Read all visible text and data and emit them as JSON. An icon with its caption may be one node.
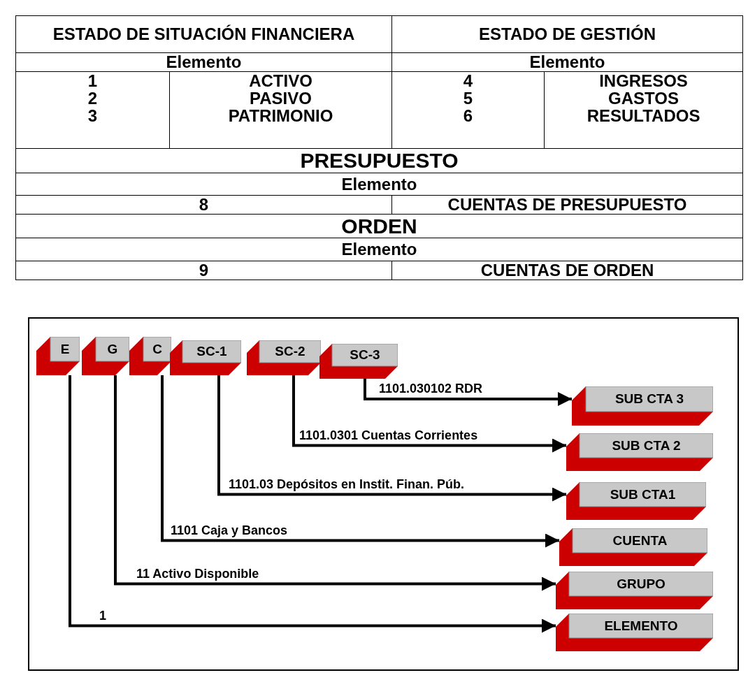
{
  "diagram": {
    "nodes": [
      {
        "text": [
          "E"
        ]
      },
      {
        "text": [
          "G"
        ]
      },
      {
        "text": [
          "C"
        ]
      },
      {
        "text": [
          "SC-1"
        ]
      },
      {
        "text": [
          "SC-2"
        ]
      },
      {
        "text": [
          "SC-3"
        ]
      },
      {
        "text": [
          "SUB CTA 3"
        ]
      },
      {
        "text": [
          "SUB CTA 2"
        ]
      },
      {
        "text": [
          "SUB CTA1"
        ]
      },
      {
        "text": [
          "CUENTA"
        ]
      },
      {
        "text": [
          "GRUPO"
        ]
      },
      {
        "text": [
          "ELEMENTO"
        ]
      }
    ],
    "edges": [
      {
        "from": 5,
        "to": 6,
        "arrow": "to",
        "label": "1101.030102 RDR"
      },
      {
        "from": 4,
        "to": 7,
        "arrow": "to",
        "label": "1101.0301 Cuentas Corrientes"
      },
      {
        "from": 3,
        "to": 8,
        "arrow": "to",
        "label": "1101.03 Depósitos en Instit. Finan. Púb."
      },
      {
        "from": 2,
        "to": 9,
        "arrow": "to",
        "label": "1101 Caja y Bancos"
      },
      {
        "from": 1,
        "to": 10,
        "arrow": "to",
        "label": "11 Activo Disponible"
      },
      {
        "from": 0,
        "to": 11,
        "arrow": "to",
        "label": "1"
      }
    ],
    "labels": [
      "ESTADO DE SITUACIÓN FINANCIERA",
      "ESTADO DE GESTIÓN",
      "Elemento",
      "Elemento",
      "1",
      "ACTIVO",
      "4",
      "INGRESOS",
      "2",
      "PASIVO",
      "5",
      "GASTOS",
      "3",
      "PATRIMONIO",
      "6",
      "RESULTADOS",
      "PRESUPUESTO",
      "Elemento",
      "8",
      "CUENTAS DE PRESUPUESTO",
      "ORDEN",
      "Elemento",
      "9",
      "CUENTAS DE ORDEN"
    ]
  }
}
